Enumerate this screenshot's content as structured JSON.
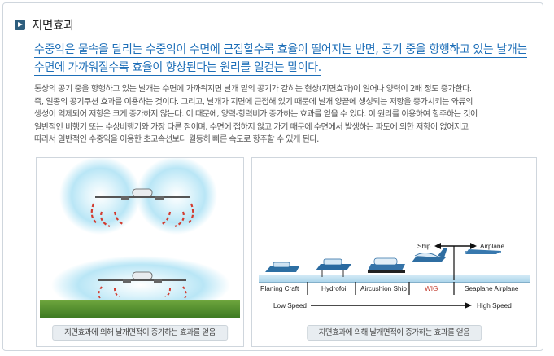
{
  "section": {
    "title": "지면효과"
  },
  "lead": {
    "line1": "수중익은 물속을 달리는 수중익이 수면에 근접할수록 효율이 떨어지는 반면, 공기 중을 항행하고 있는 날개는",
    "line2": "수면에 가까워질수록 효율이 향상된다는 원리를 일컫는 말이다."
  },
  "body": {
    "lines": [
      "통상의 공기 중을 항행하고 있는 날개는 수면에 가까워지면 날개 밑의 공기가 갇히는 현상(지면효과)이 일어나 양력이 2배 정도 증가한다.",
      "즉, 일종의 공기쿠션 효과를 이용하는 것이다.  그리고, 날개가 지면에 근접해 있기 때문에 날개 양끝에 생성되는 저항을 증가시키는 와류의",
      "생성이 억제되어 저항은 크게 증가하지 않는다.  이 때문에, 양력-항력비가 증가하는 효과를 얻을 수 있다.  이 원리를 이용하여 항주하는 것이",
      "일반적인 비행기 또는 수상비행기와 가장 다른 점이며, 수면에 접하지 않고 가기 때문에 수면에서 발생하는 파도에 의한 저항이 없어지고",
      "따라서 일반적인 수중익을 이용한 초고속선보다 월등히 빠른 속도로 항주할 수 있게 된다."
    ]
  },
  "figure_left": {
    "caption": "지면효과에 의해 날개면적이 증가하는 효과를 얻음"
  },
  "figure_right": {
    "caption": "지면효과에 의해 날개면적이 증가하는 효과를 얻음",
    "top_left_label": "Ship",
    "top_right_label": "Airplane",
    "craft_labels": [
      "Planing Craft",
      "Hydrofoil",
      "Aircushion Ship",
      "WIG",
      "Seaplane Airplane"
    ],
    "speed_low": "Low Speed",
    "speed_high": "High Speed"
  },
  "colors": {
    "accent_blue": "#1e6fb8",
    "marker": "#2e5e7e",
    "wig_red": "#c0392b",
    "ground_green": "#4f8a2e"
  }
}
